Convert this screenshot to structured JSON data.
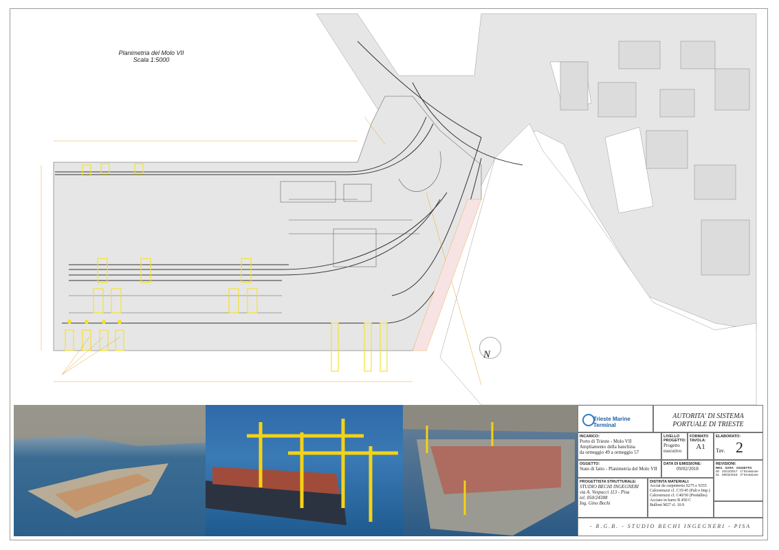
{
  "plan": {
    "title_line1": "Planimetria del Molo VII",
    "title_line2": "Scala 1:5000",
    "north_label": "N"
  },
  "titleblock": {
    "logo_text": "Trieste Marine Terminal",
    "authority": "AUTORITA' DI SISTEMA PORTUALE DI TRIESTE",
    "incarico_label": "INCARICO:",
    "incarico_lines": [
      "Porto di Trieste - Molo VII",
      "Ampliamento della banchina",
      "da ormeggio 49 a ormeggio 57"
    ],
    "livello_label": "LIVELLO PROGETTO:",
    "livello_value": "Progetto esecutivo",
    "formato_label": "FORMATO TAVOLA:",
    "formato_value": "A1",
    "elaborato_label": "ELABORATO:",
    "tav_label": "Tav.",
    "tav_value": "2",
    "oggetto_label": "OGGETTO:",
    "oggetto_value": "Stato di fatto - Planimetria del Molo VII",
    "data_label": "DATA DI EMISSIONE:",
    "data_value": "09/02/2018",
    "revisioni_label": "REVISIONI:",
    "revisioni_headers": [
      "REV.",
      "DATA",
      "OGGETTO"
    ],
    "revisioni_rows": [
      [
        "00",
        "22/12/2017",
        "1ª Emissione"
      ],
      [
        "01",
        "09/02/2018",
        "2ª Emissione"
      ]
    ],
    "progettista_label": "PROGETTISTA STRUTTURALE:",
    "progettista_lines": [
      "STUDIO BECHI INGEGNERI",
      "via A. Vespucci 113 - Pisa",
      "tel. 050/24388",
      "Ing.   Gino Bechi"
    ],
    "materiali_label": "DISTINTA MATERIALI:",
    "materiali_lines": [
      "Acciai da carpenteria S275 e S355",
      "Calcestruzzi cl. C35/45 (Pali e Imp.)",
      "Calcestruzzi cl. C40/50 (Predalles)",
      "Acciaio in barre B 450 C",
      "Bulloni M27 cl. 10.9"
    ],
    "studio_banner": "- R.G.B. - STUDIO BECHI INGEGNERI - PISA"
  },
  "photos": [
    {
      "name": "aerial-view-trieste"
    },
    {
      "name": "container-ship-cranes"
    },
    {
      "name": "molo-vii-aerial"
    }
  ],
  "colors": {
    "plan_fill": "#e6e6e6",
    "crane_yellow": "#f2e22a",
    "dim_orange": "#e8a030",
    "sea_blue": "#3a6ea5"
  }
}
